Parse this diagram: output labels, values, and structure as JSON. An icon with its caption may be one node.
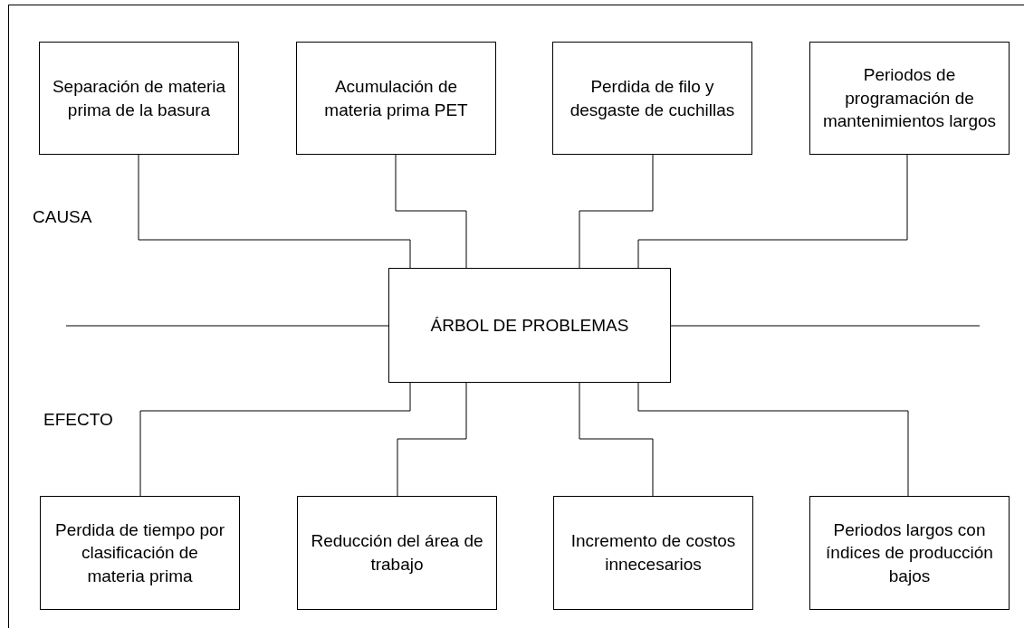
{
  "diagram": {
    "nodes": [
      {
        "text": [
          "Separación de materia prima de la basura"
        ]
      },
      {
        "text": [
          "Acumulación de materia prima PET"
        ]
      },
      {
        "text": [
          "Perdida de filo y desgaste de cuchillas"
        ]
      },
      {
        "text": [
          "Periodos de programación de mantenimientos largos"
        ]
      },
      {
        "text": [
          "ÁRBOL DE PROBLEMAS"
        ]
      },
      {
        "text": [
          "Perdida de tiempo por clasificación de materia prima"
        ]
      },
      {
        "text": [
          "Reducción del área de trabajo"
        ]
      },
      {
        "text": [
          "Incremento de costos innecesarios"
        ]
      },
      {
        "text": [
          "Periodos largos con índices de producción bajos"
        ]
      }
    ],
    "edges": [
      {
        "from": 0,
        "to": 4,
        "arrow": "none"
      },
      {
        "from": 1,
        "to": 4,
        "arrow": "none"
      },
      {
        "from": 2,
        "to": 4,
        "arrow": "none"
      },
      {
        "from": 3,
        "to": 4,
        "arrow": "none"
      },
      {
        "from": 4,
        "to": 5,
        "arrow": "none"
      },
      {
        "from": 4,
        "to": 6,
        "arrow": "none"
      },
      {
        "from": 4,
        "to": 7,
        "arrow": "none"
      },
      {
        "from": 4,
        "to": 8,
        "arrow": "none"
      }
    ],
    "labels": [
      "CAUSA",
      "EFECTO"
    ]
  }
}
